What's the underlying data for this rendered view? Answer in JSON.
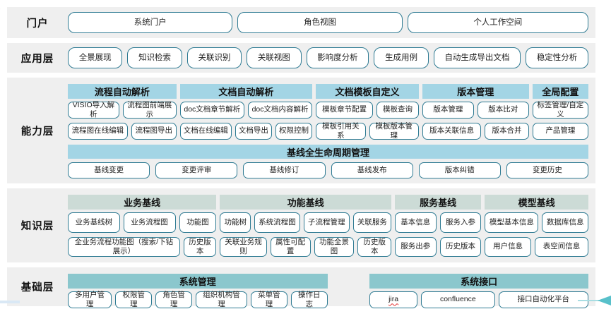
{
  "colors": {
    "layer_row_bg": "#efefef",
    "box_border": "#2f7b93",
    "capability_header_bg": "#a3d5e5",
    "knowledge_header_bg": "#ccdbd6",
    "foundation_header_bg": "#8bc7cd",
    "spellcheck_underline": "#e03131",
    "bottom_arrow": "#58c0ca"
  },
  "portal": {
    "label": "门户",
    "items": [
      "系统门户",
      "角色视图",
      "个人工作空间"
    ]
  },
  "application": {
    "label": "应用层",
    "items": [
      "全景展现",
      "知识检索",
      "关联识别",
      "关联视图",
      "影响度分析",
      "生成用例",
      "自动生成导出文档",
      "稳定性分析"
    ]
  },
  "capability": {
    "label": "能力层",
    "groups": [
      {
        "title": "流程自动解析",
        "row1": [
          "VISIO导入解析",
          "流程图前端展示"
        ],
        "row2": [
          "流程图在线编辑",
          "流程图导出"
        ]
      },
      {
        "title": "文档自动解析",
        "row1": [
          "doc文档章节解析",
          "doc文档内容解析"
        ],
        "row2": [
          "文档在线编辑",
          "文档导出",
          "权限控制"
        ]
      },
      {
        "title": "文档模板自定义",
        "row1": [
          "模板章节配置",
          "模板查询"
        ],
        "row2": [
          "模板引用关系",
          "模板版本管理"
        ]
      },
      {
        "title": "版本管理",
        "row1": [
          "版本管理",
          "版本比对"
        ],
        "row2": [
          "版本关联信息",
          "版本合并"
        ]
      },
      {
        "title": "全局配置",
        "row1": [
          "标签管理/自定义"
        ],
        "row2": [
          "产品管理"
        ]
      }
    ],
    "baseline": {
      "title": "基线全生命周期管理",
      "items": [
        "基线变更",
        "变更评审",
        "基线修订",
        "基线发布",
        "版本纠错",
        "变更历史"
      ]
    }
  },
  "knowledge": {
    "label": "知识层",
    "groups": [
      {
        "title": "业务基线",
        "row1": [
          "业务基线树",
          "业务流程图",
          "功能图"
        ],
        "row2": [
          "全业务流程功能图（搜索/下钻展示）",
          "历史版本"
        ]
      },
      {
        "title": "功能基线",
        "row1": [
          "功能树",
          "系统流程图",
          "子流程管理",
          "关联服务"
        ],
        "row2": [
          "关联业务规则",
          "属性可配置",
          "功能全景图",
          "历史版本"
        ]
      },
      {
        "title": "服务基线",
        "row1": [
          "基本信息",
          "服务入参"
        ],
        "row2": [
          "服务出参",
          "历史版本"
        ]
      },
      {
        "title": "模型基线",
        "row1": [
          "模型基本信息",
          "数据库信息"
        ],
        "row2": [
          "用户信息",
          "表空间信息"
        ]
      }
    ]
  },
  "foundation": {
    "label": "基础层",
    "groups": [
      {
        "title": "系统管理",
        "items": [
          "多用户管理",
          "权限管理",
          "角色管理",
          "组织机构管理",
          "菜单管理",
          "操作日志"
        ]
      },
      {
        "title": "系统接口",
        "items": [
          {
            "label": "jira",
            "squiggle": true
          },
          "confluence",
          "接口自动化平台"
        ]
      }
    ]
  }
}
